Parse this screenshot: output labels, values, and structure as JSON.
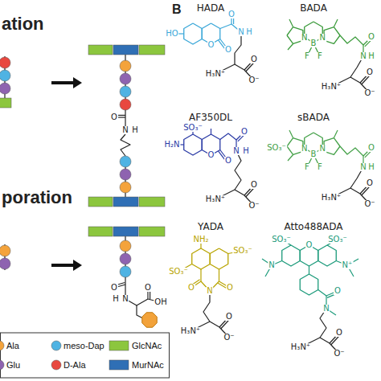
{
  "diagram": {
    "labels": [
      "ation",
      "poration",
      "B",
      "HADA",
      "BADA",
      "AF350DL",
      "sBADA",
      "YADA",
      "Atto488ADA",
      "O",
      "N",
      "H",
      "O",
      "N",
      "H",
      "O",
      "OH",
      "HO",
      "O",
      "O",
      "O",
      "N",
      "H",
      "O",
      "O⁻",
      "H₃N⁺",
      "N",
      "B",
      "N",
      "F",
      "F",
      "O",
      "N",
      "H",
      "O",
      "O⁻",
      "H₃N⁺",
      "SO₃⁻",
      "H₂N",
      "O",
      "O",
      "O",
      "N",
      "H",
      "O",
      "O⁻",
      "H₃N⁺",
      "N",
      "B",
      "N",
      "F",
      "F",
      "SO₃⁻",
      "O",
      "N",
      "H",
      "O",
      "O⁻",
      "H₃N⁺",
      "NH₂",
      "SO₃⁻",
      "SO₃⁻",
      "O",
      "N",
      "O",
      "O",
      "O⁻",
      "H₃N⁺",
      "SO₃⁻",
      "SO₃⁻",
      "O",
      "N",
      "N⁺",
      "O",
      "N",
      "O",
      "O⁻",
      "H₃N⁺"
    ],
    "legend": [
      {
        "text": "Ala",
        "color": "#f4a33b"
      },
      {
        "text": "meso-Dap",
        "color": "#4fb3e3"
      },
      {
        "text": "GlcNAc",
        "color": "#8cc63e"
      },
      {
        "text": "Glu",
        "color": "#8e63b0"
      },
      {
        "text": "D-Ala",
        "color": "#e8483f"
      },
      {
        "text": "MurNAc",
        "color": "#2f6fb5"
      }
    ]
  }
}
